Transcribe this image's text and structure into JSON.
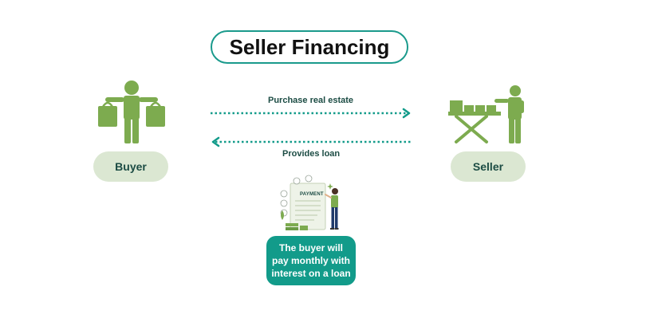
{
  "title": "Seller Financing",
  "nodes": {
    "buyer": "Buyer",
    "seller": "Seller"
  },
  "flows": {
    "purchase": "Purchase real estate",
    "loan": "Provides loan"
  },
  "illustration": {
    "doc_label": "PAYMENT"
  },
  "note": "The buyer will pay monthly with interest on a loan",
  "colors": {
    "teal": "#129b8a",
    "green": "#7dab4f",
    "pill": "#dbe7d2",
    "dark_text": "#1c4c44"
  }
}
